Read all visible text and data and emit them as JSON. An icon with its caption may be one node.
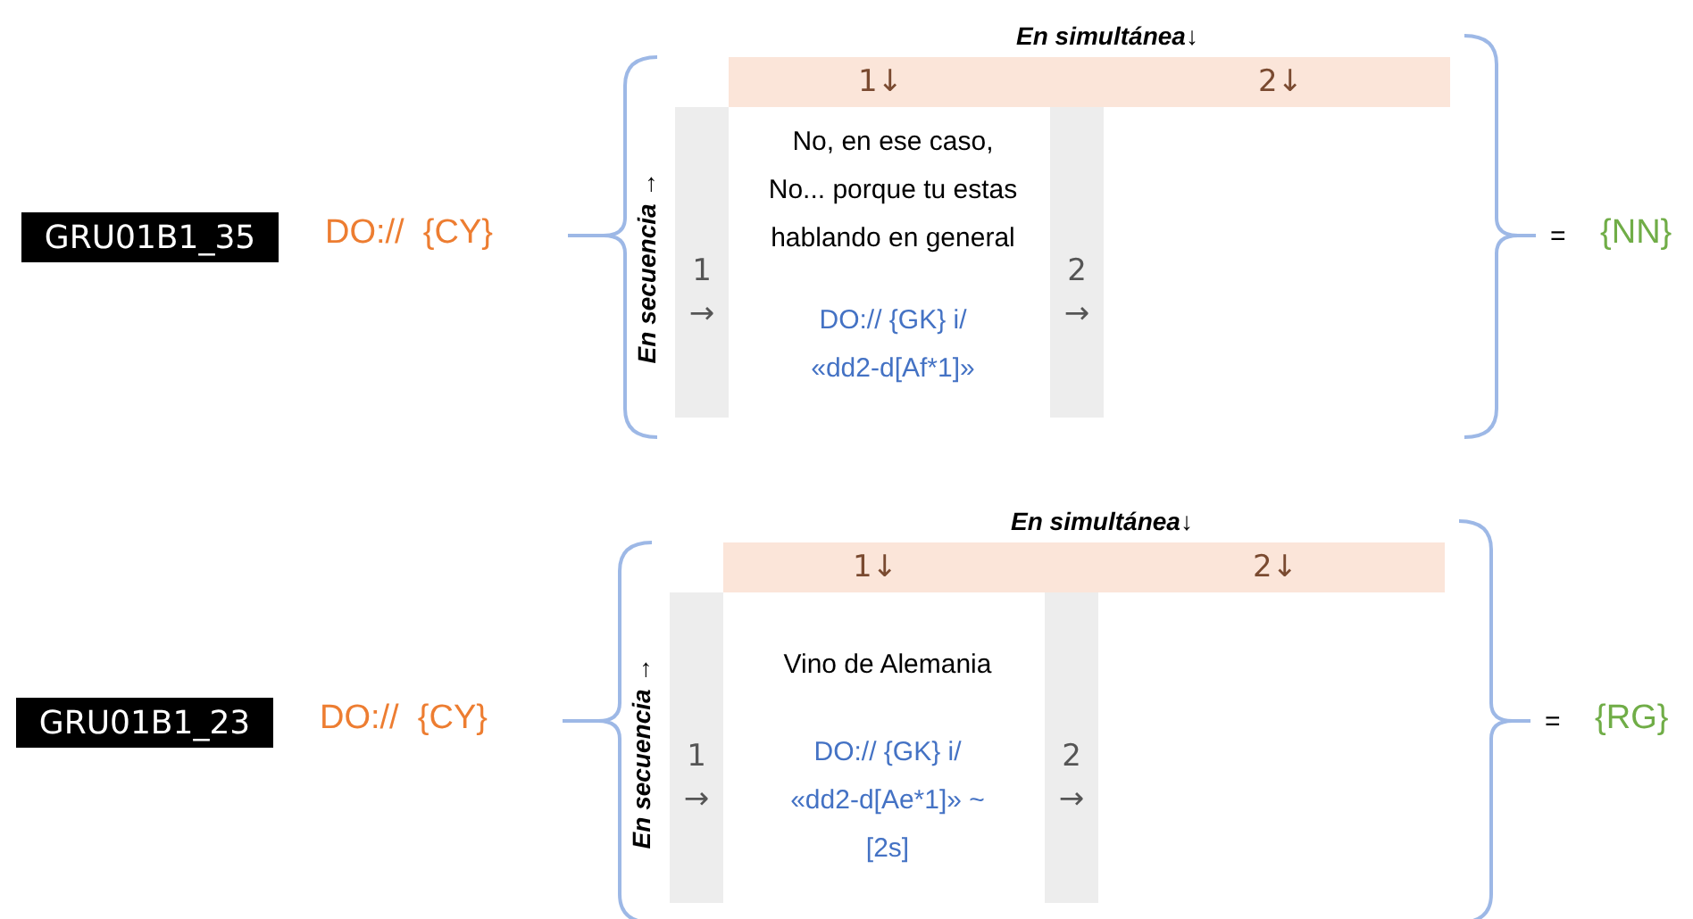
{
  "diagram": {
    "nodes": [
      {
        "text": [
          "GRU01B1_35"
        ]
      },
      {
        "text": [
          "1↓"
        ]
      },
      {
        "text": [
          "2↓"
        ]
      },
      {
        "text": [
          "1",
          "→"
        ]
      },
      {
        "text": [
          "2",
          "→"
        ]
      },
      {
        "text": [
          "GRU01B1_23"
        ]
      },
      {
        "text": [
          "1↓"
        ]
      },
      {
        "text": [
          "2↓"
        ]
      },
      {
        "text": [
          "1",
          "→"
        ]
      },
      {
        "text": [
          "2",
          "→"
        ]
      }
    ],
    "edges": [],
    "labels": [
      "En simultánea↓",
      "DO://  {CY}",
      "=",
      "{NN}",
      "En secuencia →",
      "No, en ese caso, No... porque tu estas hablando en general",
      "DO:// {GK} i/ «dd2-d[Af*1]»",
      "En simultánea↓",
      "DO://  {CY}",
      "=",
      "{RG}",
      "En secuencia →",
      "Vino de Alemania",
      "DO:// {GK} i/ «dd2-d[Ae*1]» ~[2s]"
    ]
  }
}
